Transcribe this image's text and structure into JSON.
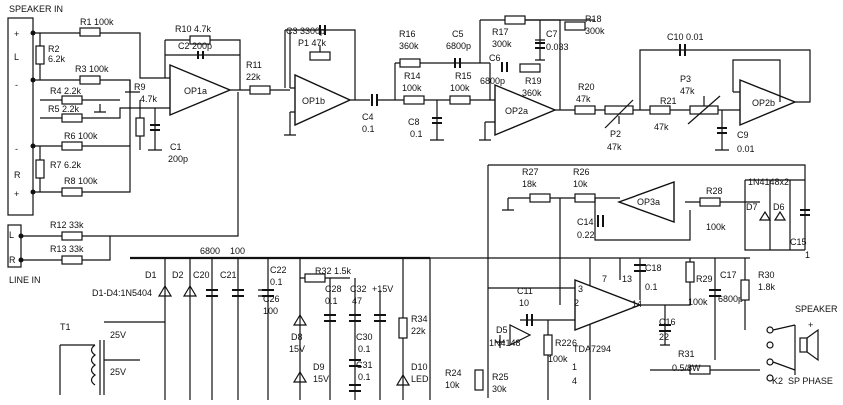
{
  "labels": {
    "speaker_in": "SPEAKER IN",
    "line_in": "LINE IN",
    "l": "L",
    "r": "R",
    "plus": "+",
    "minus": "-",
    "left_in": "L",
    "right_in": "R",
    "speaker_out": "SPEAKER",
    "sp_phase": "SP PHASE",
    "k2": "K2",
    "t1": "T1",
    "v25a": "25V",
    "v25b": "25V",
    "d1d4": "D1-D4:1N5404",
    "tda": "TDA7294",
    "plus15": "+15V",
    "n6800": "6800",
    "n100": "100",
    "pin7": "7",
    "pin13": "13",
    "pin3": "3",
    "pin2": "2",
    "pin14": "14",
    "pin1": "1",
    "pin4": "4",
    "pin6": "6",
    "mark1": "1",
    "d7d6": "1N4148x2"
  },
  "opamps": {
    "op1a": "OP1a",
    "op1b": "OP1b",
    "op2a": "OP2a",
    "op2b": "OP2b",
    "op3a": "OP3a"
  },
  "components": {
    "r1": "R1 100k",
    "r2a": "R2",
    "r2b": "6.2k",
    "r3": "R3 100k",
    "r4": "R4 2.2k",
    "r5": "R5 2.2k",
    "r6": "R6 100k",
    "r7": "R7 6.2k",
    "r8": "R8 100k",
    "r9a": "R9",
    "r9b": "4.7k",
    "c1a": "C1",
    "c1b": "200p",
    "r10": "R10 4.7k",
    "c2": "C2 200p",
    "r11a": "R11",
    "r11b": "22k",
    "c3": "C3 3300p",
    "p1": "P1 47k",
    "c4a": "C4",
    "c4b": "0.1",
    "r16a": "R16",
    "r16b": "360k",
    "r14a": "R14",
    "r14b": "100k",
    "c8a": "C8",
    "c8b": "0.1",
    "c5a": "C5",
    "c5b": "6800p",
    "r15a": "R15",
    "r15b": "100k",
    "r17a": "R17",
    "r17b": "300k",
    "c7a": "C7",
    "c7b": "0.033",
    "r18a": "R18",
    "r18b": "300k",
    "c6a": "C6",
    "c6b": "6800p",
    "r19a": "R19",
    "r19b": "360k",
    "c10": "C10  0.01",
    "p3a": "P3",
    "p3b": "47k",
    "r20a": "R20",
    "r20b": "47k",
    "r21a": "R21",
    "r21b": "47k",
    "p2a": "P2",
    "p2b": "47k",
    "c9a": "C9",
    "c9b": "0.01",
    "r12": "R12 33k",
    "r13": "R13 33k",
    "r27a": "R27",
    "r27b": "18k",
    "r26a": "R26",
    "r26b": "10k",
    "c14a": "C14",
    "c14b": "0.22",
    "r28a": "R28",
    "r28b": "100k",
    "d7": "D7",
    "d6": "D6",
    "c15": "C15",
    "d1": "D1",
    "d2": "D2",
    "c20": "C20",
    "c21": "C21",
    "c22a": "C22",
    "c22b": "0.1",
    "c26a": "C26",
    "c26b": "100",
    "r32": "R32  1.5k",
    "c28a": "C28",
    "c28b": "0.1",
    "c32a": "C32",
    "c32b": "47",
    "r34a": "R34",
    "r34b": "22k",
    "d8a": "D8",
    "d8b": "15V",
    "d9a": "D9",
    "d9b": "15V",
    "c30a": "C30",
    "c30b": "0.1",
    "c31a": "C31",
    "c31b": "0.1",
    "d10a": "D10",
    "d10b": "LED",
    "r24a": "R24",
    "r24b": "10k",
    "r25a": "R25",
    "r25b": "30k",
    "d5a": "D5",
    "d5b": "1N4148",
    "r22a": "R22",
    "r22b": "100k",
    "c11a": "C11",
    "c11b": "10",
    "c18a": "C18",
    "c18b": "0.1",
    "r29a": "R29",
    "r29b": "100k",
    "c17a": "C17",
    "c17b": "6800p",
    "r30a": "R30",
    "r30b": "1.8k",
    "c16a": "C16",
    "c16b": "22",
    "r31a": "R31",
    "r31b": "0.5/8W"
  }
}
